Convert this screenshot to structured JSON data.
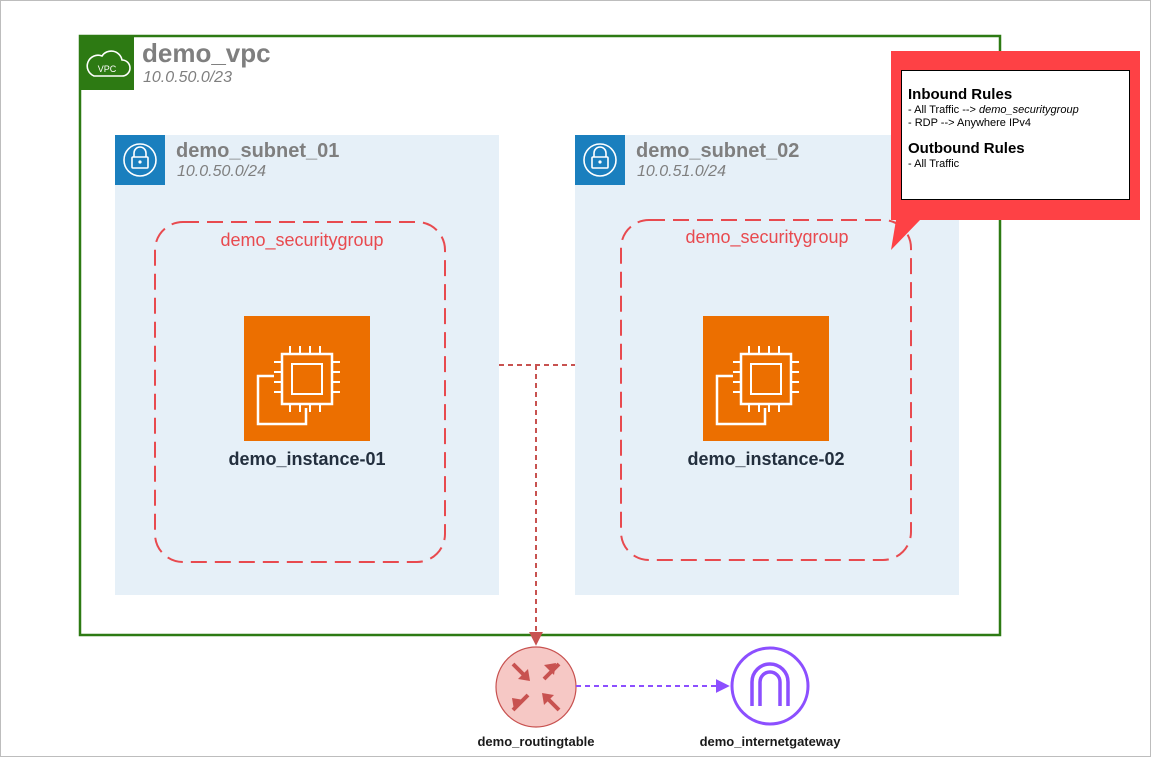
{
  "vpc": {
    "name": "demo_vpc",
    "cidr": "10.0.50.0/23",
    "icon": "vpc-cloud-icon",
    "icon_text": "VPC"
  },
  "subnets": [
    {
      "name": "demo_subnet_01",
      "cidr": "10.0.50.0/24",
      "icon": "lock-icon"
    },
    {
      "name": "demo_subnet_02",
      "cidr": "10.0.51.0/24",
      "icon": "lock-icon"
    }
  ],
  "security_groups": [
    {
      "name": "demo_securitygroup"
    },
    {
      "name": "demo_securitygroup"
    }
  ],
  "instances": [
    {
      "name": "demo_instance-01",
      "icon": "ec2-chip-icon"
    },
    {
      "name": "demo_instance-02",
      "icon": "ec2-chip-icon"
    }
  ],
  "routing_table": {
    "name": "demo_routingtable",
    "icon": "router-arrows-icon"
  },
  "internet_gateway": {
    "name": "demo_internetgateway",
    "icon": "gateway-arch-icon"
  },
  "rules": {
    "inbound_title": "Inbound Rules",
    "inbound_line1_prefix": "- All Traffic --> ",
    "inbound_line1_ref": "demo_securitygroup",
    "inbound_line2": "- RDP --> Anywhere IPv4",
    "outbound_title": "Outbound Rules",
    "outbound_line1": "- All Traffic"
  },
  "colors": {
    "vpc_border": "#2d7a13",
    "subnet_fill": "#e6f0f8",
    "subnet_icon": "#1a7fbe",
    "security_group": "#e84a4f",
    "ec2": "#ec6f00",
    "router_fill": "#f6c8c5",
    "router_border": "#c85250",
    "gateway": "#8c4fff",
    "callout": "#fe4145"
  }
}
